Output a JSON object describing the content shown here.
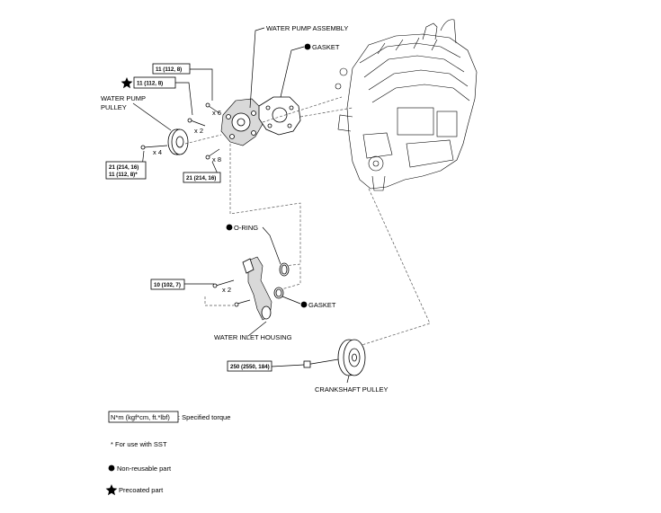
{
  "labels": {
    "water_pump_assembly": "WATER PUMP ASSEMBLY",
    "gasket_top": "GASKET",
    "water_pump_pulley_line1": "WATER PUMP",
    "water_pump_pulley_line2": "PULLEY",
    "o_ring": "O-RING",
    "gasket_inlet": "GASKET",
    "water_inlet_housing": "WATER INLET HOUSING",
    "crankshaft_pulley": "CRANKSHAFT PULLEY"
  },
  "torques": {
    "t1": "11 (112, 8)",
    "t2": "11 (112, 8)",
    "t3_line1": "21 (214, 16)",
    "t3_line2": "11 (112, 8)*",
    "t4": "21 (214, 16)",
    "t5": "10 (102, 7)",
    "t6": "250 (2550, 184)"
  },
  "quantities": {
    "q_x6": "x 6",
    "q_x2_pump": "x 2",
    "q_x4": "x 4",
    "q_x8": "x 8",
    "q_x2_inlet": "x 2"
  },
  "legend": {
    "torque_unit": "N*m (kgf*cm, ft.*lbf)",
    "torque_desc": ": Specified torque",
    "sst_note": "* For use with SST",
    "non_reusable": "Non-reusable part",
    "precoated": "Precoated part"
  },
  "icons": {
    "non_reusable": "filled-circle-icon",
    "precoated": "star-icon"
  }
}
